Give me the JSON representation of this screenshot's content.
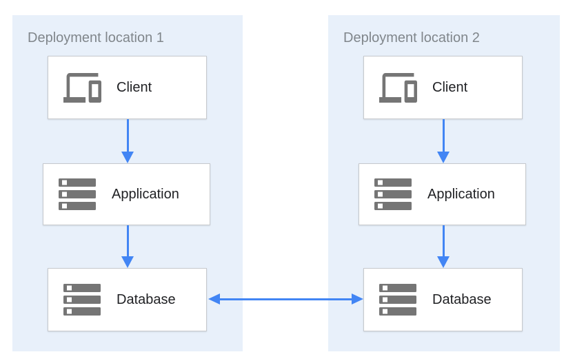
{
  "diagram": {
    "type": "architecture-diagram",
    "panels": [
      {
        "title": "Deployment location 1",
        "nodes": [
          {
            "id": "client",
            "label": "Client",
            "icon": "devices-icon"
          },
          {
            "id": "application",
            "label": "Application",
            "icon": "server-stack-icon"
          },
          {
            "id": "database",
            "label": "Database",
            "icon": "server-stack-icon"
          }
        ]
      },
      {
        "title": "Deployment location 2",
        "nodes": [
          {
            "id": "client",
            "label": "Client",
            "icon": "devices-icon"
          },
          {
            "id": "application",
            "label": "Application",
            "icon": "server-stack-icon"
          },
          {
            "id": "database",
            "label": "Database",
            "icon": "server-stack-icon"
          }
        ]
      }
    ],
    "connections": [
      {
        "from": "location1.client",
        "to": "location1.application",
        "style": "arrow-down"
      },
      {
        "from": "location1.application",
        "to": "location1.database",
        "style": "arrow-down"
      },
      {
        "from": "location2.client",
        "to": "location2.application",
        "style": "arrow-down"
      },
      {
        "from": "location2.application",
        "to": "location2.database",
        "style": "arrow-down"
      },
      {
        "from": "location1.database",
        "to": "location2.database",
        "style": "arrow-bidirectional"
      }
    ],
    "colors": {
      "arrow": "#4285F4",
      "panel_background": "#E8F0FA",
      "box_background": "#FFFFFF",
      "box_border": "#C6C9CD",
      "icon": "#757575",
      "panel_title_text": "#80868B",
      "node_label_text": "#202124"
    }
  }
}
